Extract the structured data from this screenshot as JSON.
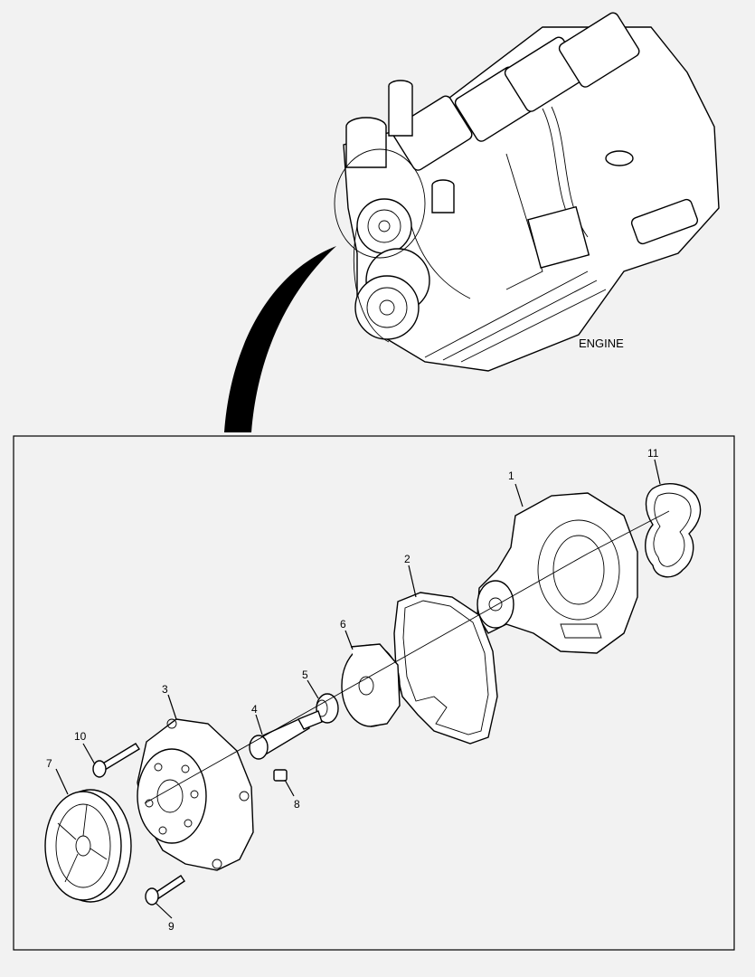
{
  "engine_label": "ENGINE",
  "callouts": {
    "p1": "1",
    "p2": "2",
    "p3": "3",
    "p4": "4",
    "p5": "5",
    "p6": "6",
    "p7": "7",
    "p8": "8",
    "p9": "9",
    "p10": "10",
    "p11": "11"
  },
  "colors": {
    "background": "#f2f2f2",
    "line": "#000000",
    "part_fill": "#ffffff"
  }
}
